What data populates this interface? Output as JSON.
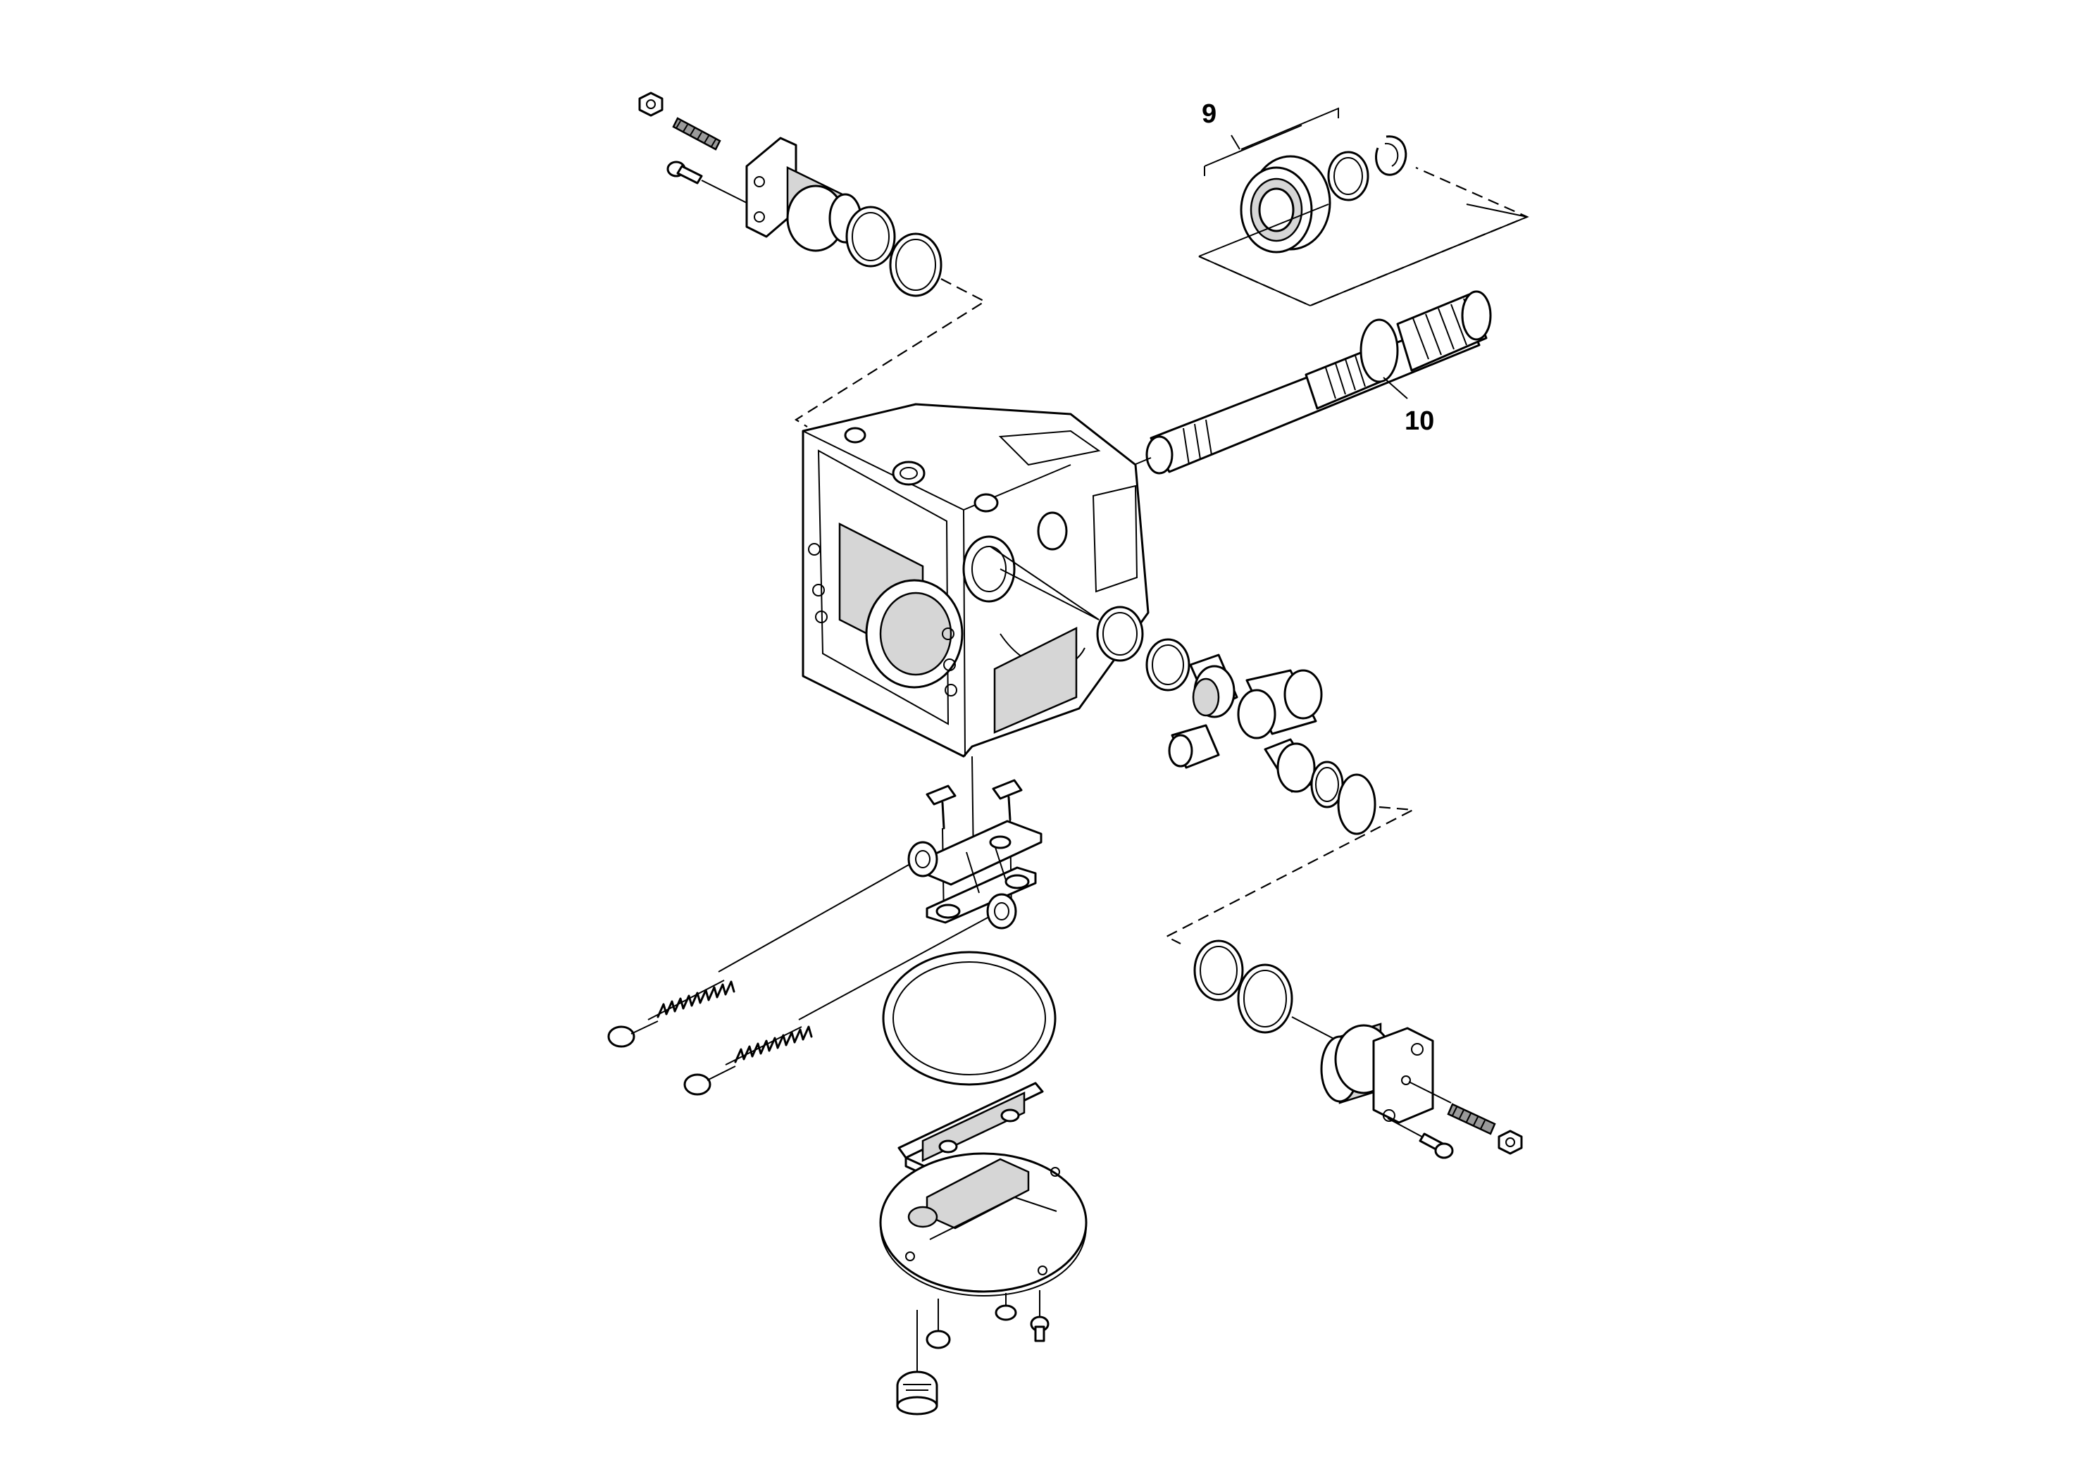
{
  "diagram": {
    "callouts": [
      {
        "id": "9",
        "label": "9"
      },
      {
        "id": "10",
        "label": "10"
      }
    ]
  }
}
